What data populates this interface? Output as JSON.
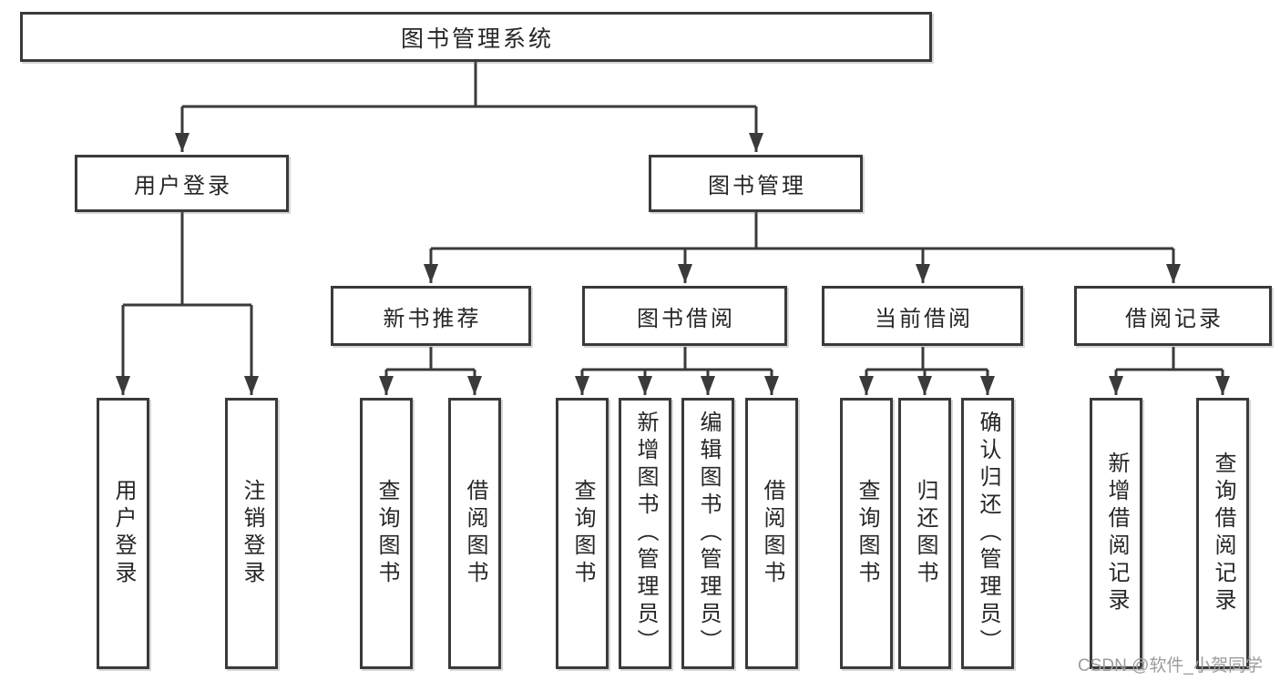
{
  "diagram": {
    "type": "hierarchy-tree",
    "watermark": {
      "text": "CSDN @软件_小贺同学",
      "color": "#9c9c9c"
    },
    "colors": {
      "background": "#ffffff",
      "line": "#3a3a3a",
      "box_border": "#3a3a3a",
      "box_fill": "#ffffff",
      "text": "#262626"
    },
    "tree": {
      "label": "图书管理系统",
      "children": [
        {
          "label": "用户登录",
          "children": [
            {
              "label": "用户登录"
            },
            {
              "label": "注销登录"
            }
          ]
        },
        {
          "label": "图书管理",
          "children": [
            {
              "label": "新书推荐",
              "children": [
                {
                  "label": "查询图书"
                },
                {
                  "label": "借阅图书"
                }
              ]
            },
            {
              "label": "图书借阅",
              "children": [
                {
                  "label": "查询图书"
                },
                {
                  "label": "新增图书（管理员）"
                },
                {
                  "label": "编辑图书（管理员）"
                },
                {
                  "label": "借阅图书"
                }
              ]
            },
            {
              "label": "当前借阅",
              "children": [
                {
                  "label": "查询图书"
                },
                {
                  "label": "归还图书"
                },
                {
                  "label": "确认归还（管理员）"
                }
              ]
            },
            {
              "label": "借阅记录",
              "children": [
                {
                  "label": "新增借阅记录"
                },
                {
                  "label": "查询借阅记录"
                }
              ]
            }
          ]
        }
      ]
    }
  }
}
